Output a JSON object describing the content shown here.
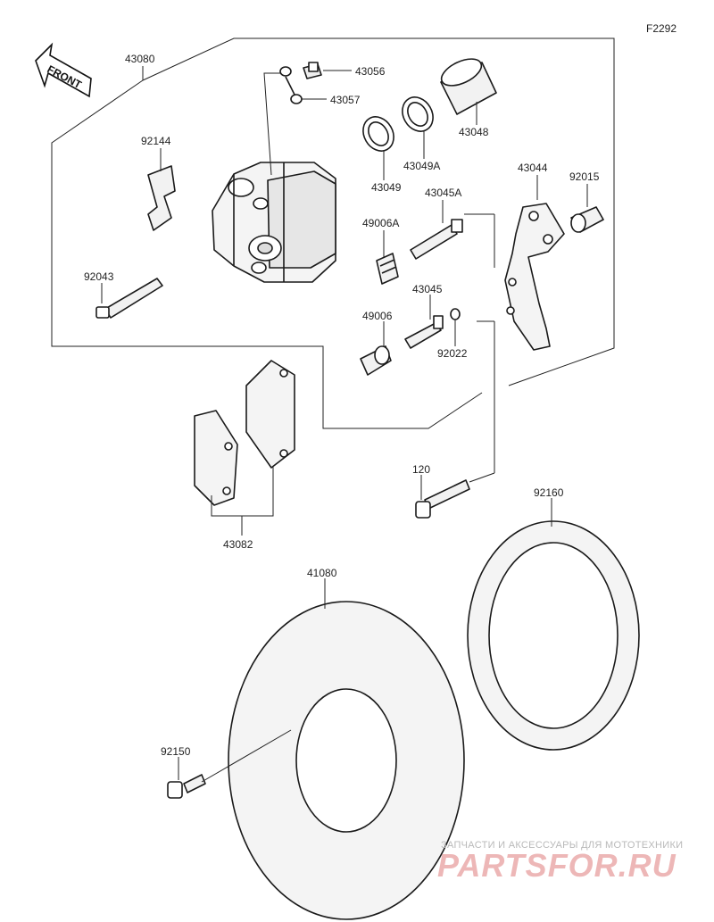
{
  "diagram_code": "F2292",
  "front_label": "FRONT",
  "parts": [
    {
      "ref": "43080"
    },
    {
      "ref": "43056"
    },
    {
      "ref": "43057"
    },
    {
      "ref": "92144"
    },
    {
      "ref": "43048"
    },
    {
      "ref": "43049A"
    },
    {
      "ref": "43049"
    },
    {
      "ref": "43044"
    },
    {
      "ref": "92015"
    },
    {
      "ref": "43045A"
    },
    {
      "ref": "49006A"
    },
    {
      "ref": "92043"
    },
    {
      "ref": "43045"
    },
    {
      "ref": "49006"
    },
    {
      "ref": "92022"
    },
    {
      "ref": "120"
    },
    {
      "ref": "92160"
    },
    {
      "ref": "43082"
    },
    {
      "ref": "41080"
    },
    {
      "ref": "92150"
    }
  ],
  "watermark": {
    "tagline": "ЗАПЧАСТИ И АКСЕССУАРЫ ДЛЯ МОТОТЕХНИКИ",
    "brand": "PARTSFOR.RU"
  }
}
